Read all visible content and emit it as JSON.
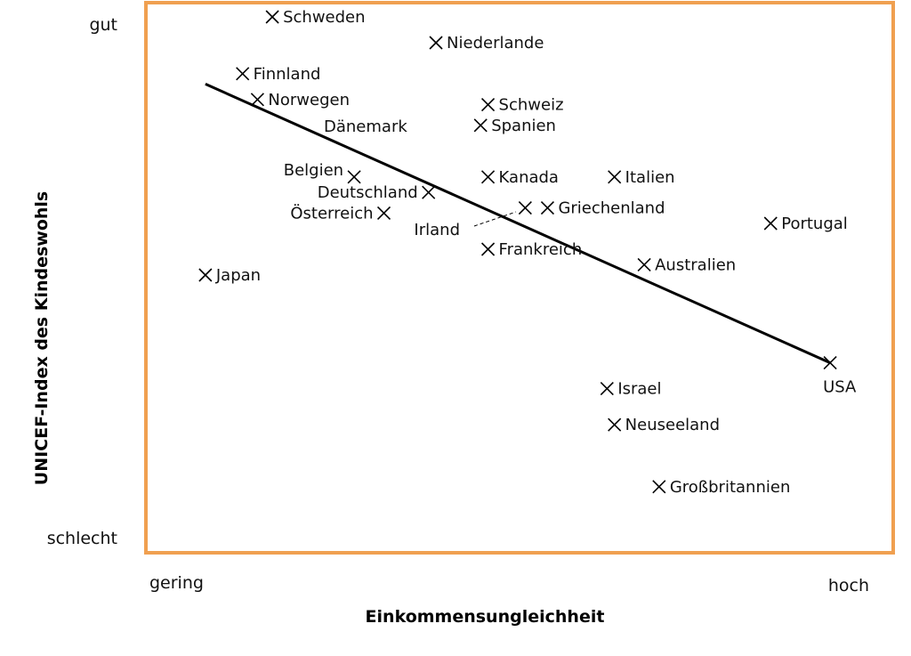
{
  "chart_data": {
    "type": "scatter",
    "title": "",
    "xlabel": "Einkommensungleichheit",
    "ylabel": "UNICEF-Index des Kindeswohls",
    "x_ticks": [
      "gering",
      "hoch"
    ],
    "y_ticks": [
      "schlecht",
      "gut"
    ],
    "xlim": [
      0,
      100
    ],
    "ylim": [
      0,
      100
    ],
    "grid": false,
    "frame_color": "#F0A050",
    "marker": "x",
    "points": [
      {
        "label": "Schweden",
        "x": 17,
        "y": 100
      },
      {
        "label": "Niederlande",
        "x": 39,
        "y": 95
      },
      {
        "label": "Finnland",
        "x": 13,
        "y": 89
      },
      {
        "label": "Norwegen",
        "x": 15,
        "y": 84
      },
      {
        "label": "Dänemark",
        "x": 0,
        "y": 0,
        "marker_visible": false
      },
      {
        "label": "Schweiz",
        "x": 46,
        "y": 83
      },
      {
        "label": "Spanien",
        "x": 45,
        "y": 79
      },
      {
        "label": "Belgien",
        "x": 28,
        "y": 69
      },
      {
        "label": "Kanada",
        "x": 46,
        "y": 69
      },
      {
        "label": "Italien",
        "x": 63,
        "y": 69
      },
      {
        "label": "Deutschland",
        "x": 38,
        "y": 66
      },
      {
        "label": "Griechenland",
        "x": 54,
        "y": 63
      },
      {
        "label": "Irland",
        "x": 51,
        "y": 63
      },
      {
        "label": "Österreich",
        "x": 32,
        "y": 62
      },
      {
        "label": "Portugal",
        "x": 84,
        "y": 60
      },
      {
        "label": "Frankreich",
        "x": 46,
        "y": 55
      },
      {
        "label": "Australien",
        "x": 67,
        "y": 52
      },
      {
        "label": "Japan",
        "x": 8,
        "y": 50
      },
      {
        "label": "USA",
        "x": 92,
        "y": 33
      },
      {
        "label": "Israel",
        "x": 62,
        "y": 28
      },
      {
        "label": "Neuseeland",
        "x": 63,
        "y": 21
      },
      {
        "label": "Großbritannien",
        "x": 69,
        "y": 9
      }
    ],
    "trendline": {
      "x": [
        8,
        92
      ],
      "y": [
        87,
        33
      ]
    }
  }
}
